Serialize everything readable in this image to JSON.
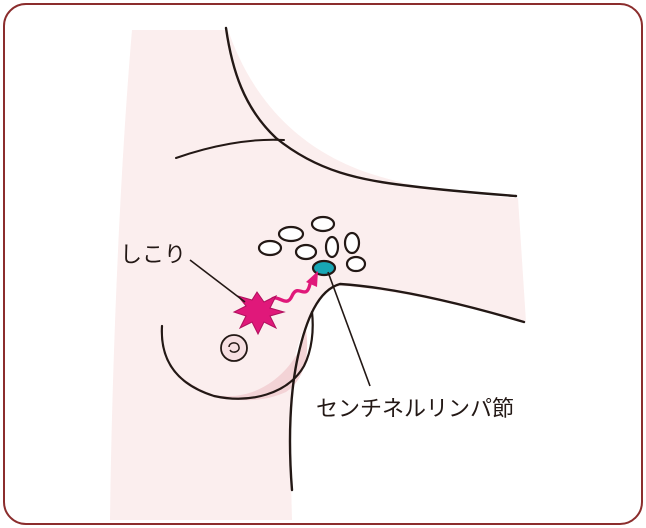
{
  "labels": {
    "lump": "しこり",
    "sentinel_node": "センチネルリンパ節"
  },
  "colors": {
    "frame": "#8b2d2d",
    "skin": "#fbeeee",
    "skin_shadow": "#f3d3d6",
    "outline": "#231815",
    "lump": "#e0187a",
    "sentinel_node": "#18a7b5",
    "lymph_node": "#ffffff"
  },
  "icons": {
    "lump": "starburst-lump",
    "path": "wavy-arrow",
    "node": "oval-lymph-node"
  }
}
